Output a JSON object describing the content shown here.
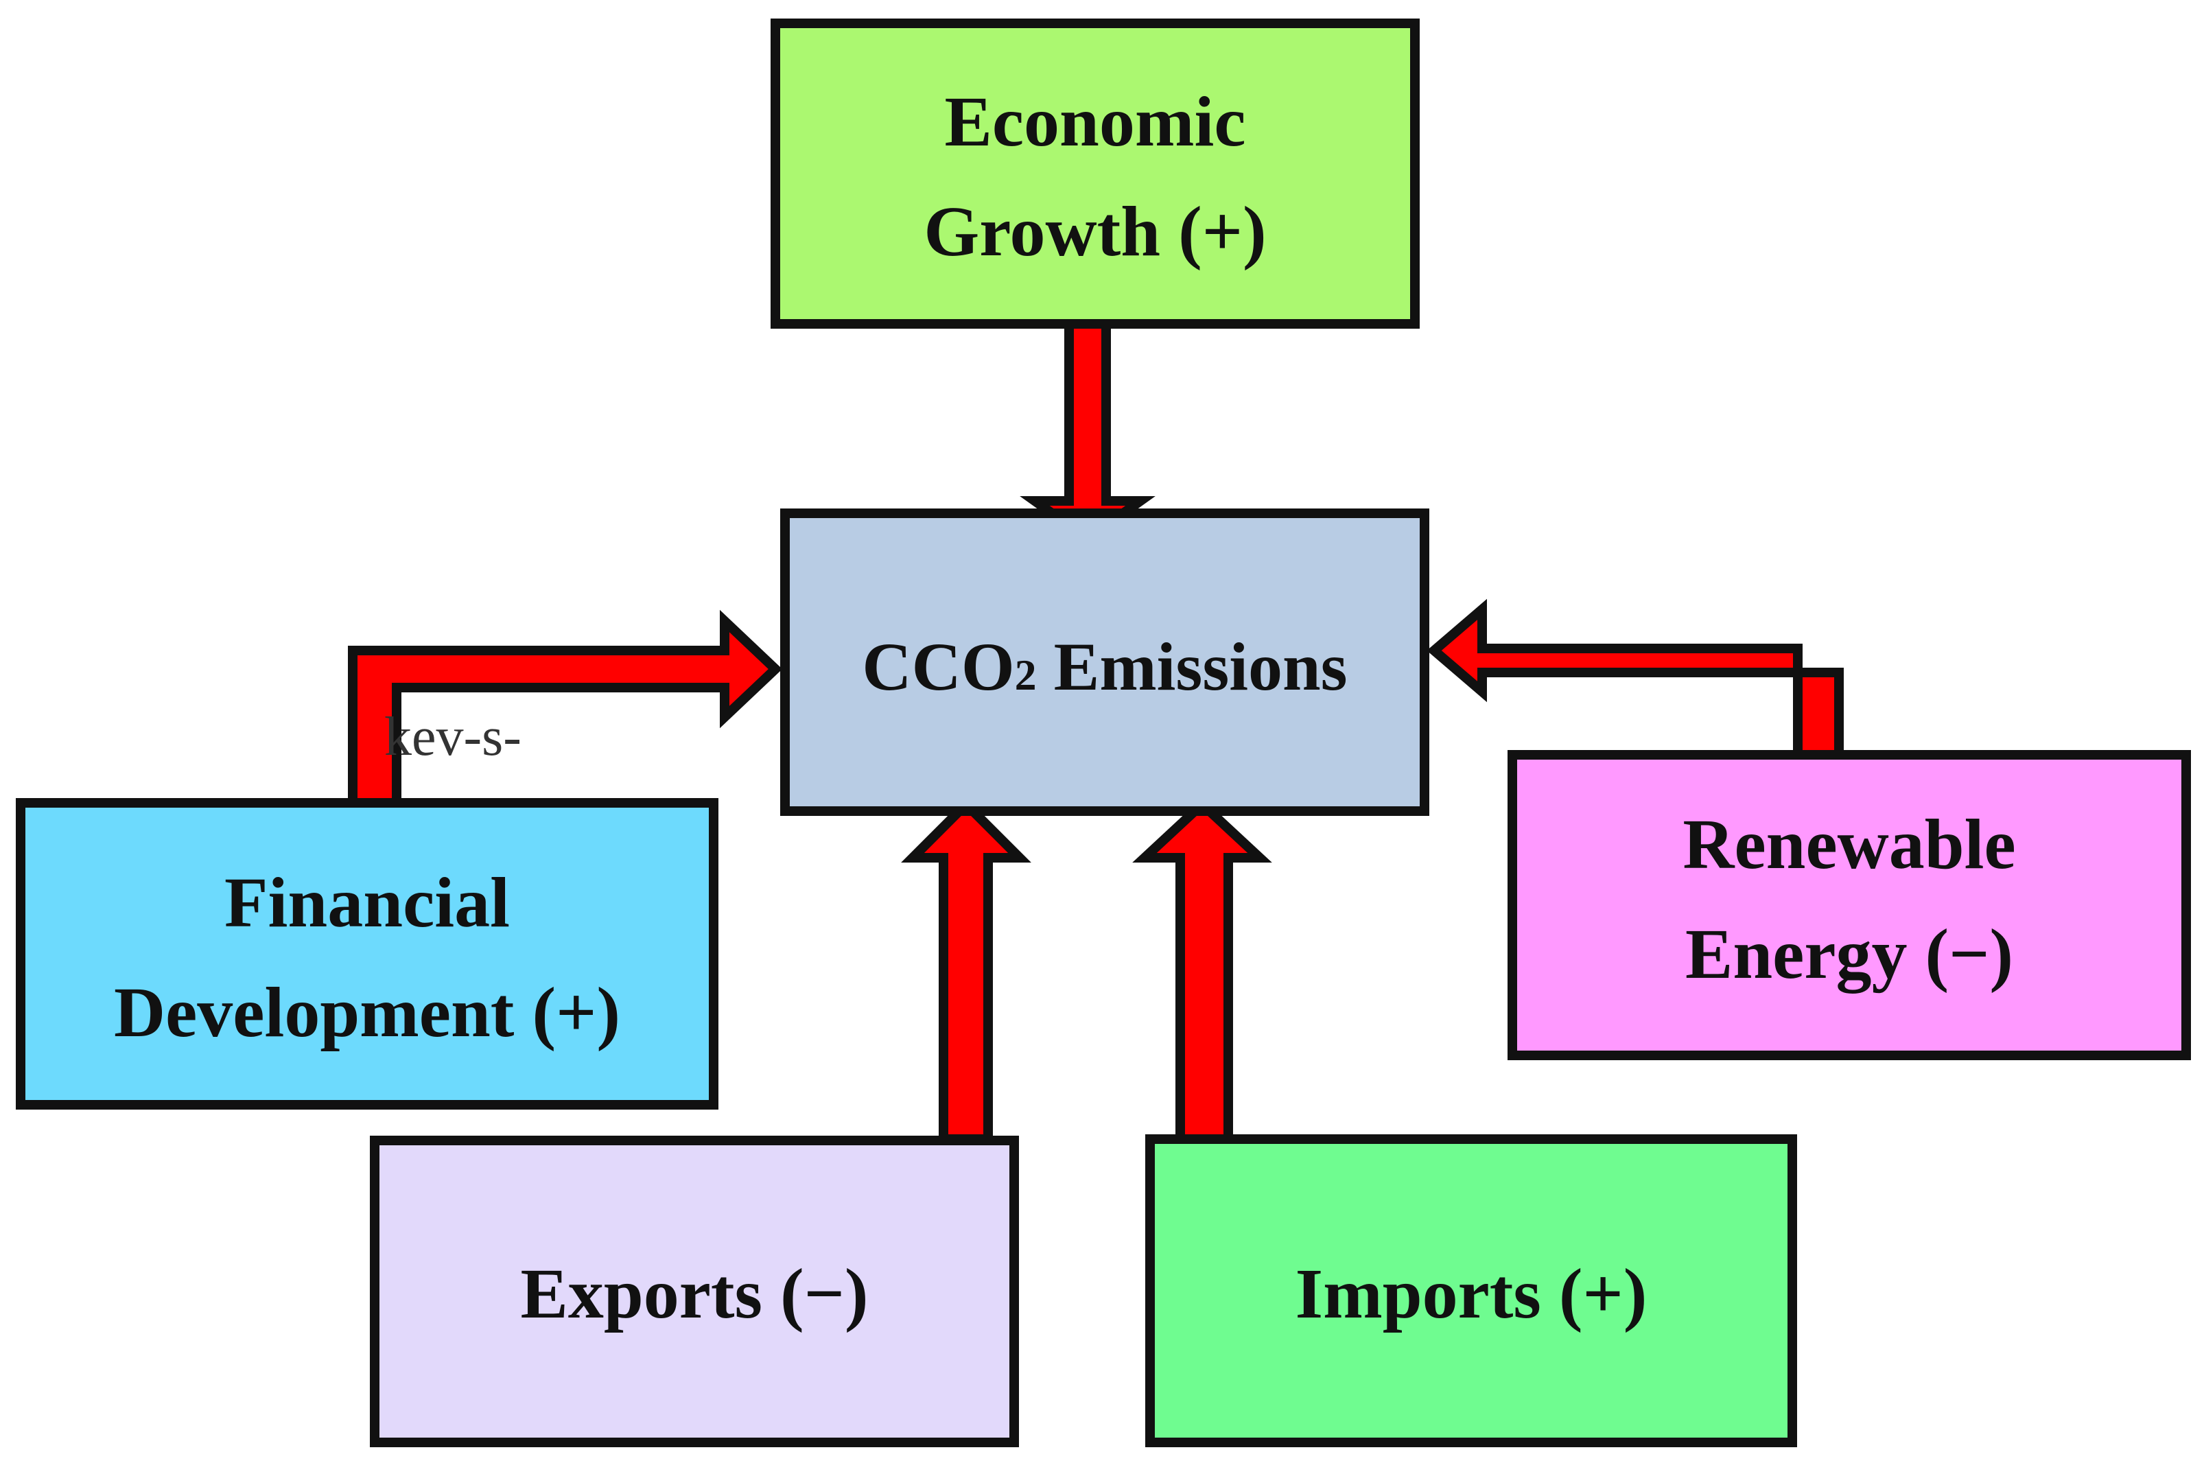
{
  "diagram": {
    "center": {
      "prefix": "CCO",
      "subscript": "2",
      "suffix": " Emissions",
      "fill": "#b8cce4"
    },
    "nodes": {
      "economic_growth": {
        "line1": "Economic",
        "line2": "Growth (+)",
        "fill": "#abf870"
      },
      "financial_development": {
        "line1": "Financial",
        "line2": "Development (+)",
        "fill": "#6ddafd"
      },
      "renewable_energy": {
        "line1": "Renewable",
        "line2": "Energy (−)",
        "fill": "#ff99ff"
      },
      "exports": {
        "label": "Exports (−)",
        "fill": "#e2d9fb"
      },
      "imports": {
        "label": "Imports (+)",
        "fill": "#6ffc90"
      }
    },
    "stray_text": "kev-s-",
    "arrow_color": "#ff0000",
    "outline_color": "#111111"
  }
}
